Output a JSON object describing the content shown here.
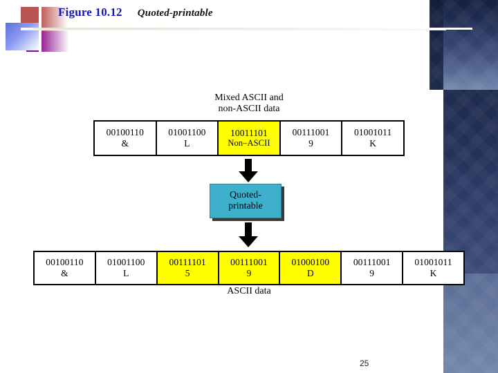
{
  "slide": {
    "page_number": "25",
    "title_figure": "Figure 10.12",
    "title_subject": "Quoted-printable"
  },
  "colors": {
    "title_figure": "#1414b4",
    "title_subject": "#111111",
    "highlight": "#ffff00",
    "process_box": "#3fb0cc",
    "panel_top": "#141f3d",
    "panel_bottom": "#7285aa",
    "ornament_red": "#b9534f",
    "ornament_blue": "#5b6fe0",
    "ornament_purple": "#8b0b8b"
  },
  "diagram": {
    "top_caption": "Mixed ASCII and\nnon-ASCII data",
    "bottom_caption": "ASCII data",
    "process_label": "Quoted-\nprintable",
    "arrow_top_name": "down-arrow-icon",
    "arrow_bottom_name": "down-arrow-icon",
    "input_row": [
      {
        "bits": "00100110",
        "char": "&",
        "highlight": false
      },
      {
        "bits": "01001100",
        "char": "L",
        "highlight": false
      },
      {
        "bits": "10011101",
        "char": "Non–ASCII",
        "highlight": true
      },
      {
        "bits": "00111001",
        "char": "9",
        "highlight": false
      },
      {
        "bits": "01001011",
        "char": "K",
        "highlight": false
      }
    ],
    "output_row": [
      {
        "bits": "00100110",
        "char": "&",
        "highlight": false
      },
      {
        "bits": "01001100",
        "char": "L",
        "highlight": false
      },
      {
        "bits": "00111101",
        "char": "5",
        "highlight": true
      },
      {
        "bits": "00111001",
        "char": "9",
        "highlight": true
      },
      {
        "bits": "01000100",
        "char": "D",
        "highlight": true
      },
      {
        "bits": "00111001",
        "char": "9",
        "highlight": false
      },
      {
        "bits": "01001011",
        "char": "K",
        "highlight": false
      }
    ]
  }
}
